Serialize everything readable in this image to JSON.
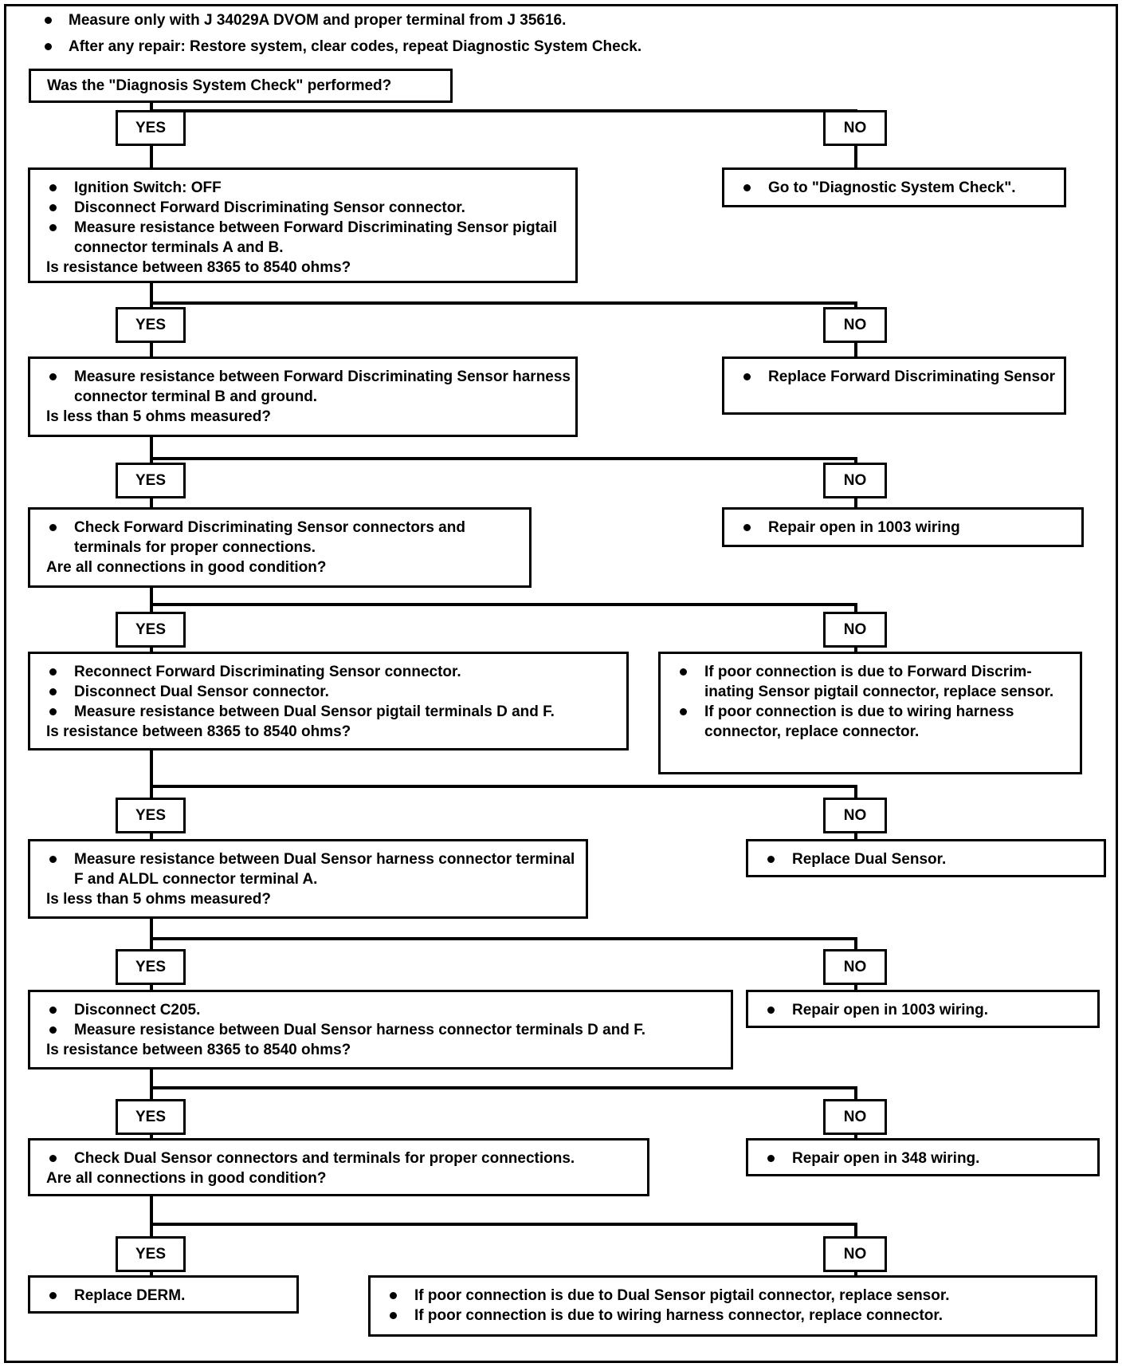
{
  "notes": [
    "Measure only with J 34029A DVOM and proper terminal from J 35616.",
    "After any repair: Restore system, clear codes, repeat Diagnostic System Check."
  ],
  "start_question": "Was the \"Diagnosis System Check\" performed?",
  "yes_label": "YES",
  "no_label": "NO",
  "steps": [
    {
      "yes": {
        "bullets": [
          "Ignition Switch: OFF",
          "Disconnect Forward Discriminating Sensor connector.",
          "Measure resistance between Forward Discriminating Sensor pigtail connector terminals A and B."
        ],
        "question": "Is resistance between 8365 to 8540 ohms?"
      },
      "no": {
        "bullets": [
          "Go to \"Diagnostic System Check\"."
        ]
      }
    },
    {
      "yes": {
        "bullets": [
          "Measure resistance between Forward Discriminating Sensor harness connector terminal B and ground."
        ],
        "question": "Is less than 5 ohms measured?"
      },
      "no": {
        "bullets": [
          "Replace Forward Discriminating Sensor"
        ]
      }
    },
    {
      "yes": {
        "bullets": [
          "Check Forward Discriminating Sensor connectors and terminals for proper connections."
        ],
        "question": "Are all connections in good condition?"
      },
      "no": {
        "bullets": [
          "Repair open in 1003 wiring"
        ]
      }
    },
    {
      "yes": {
        "bullets": [
          "Reconnect Forward Discriminating Sensor connector.",
          "Disconnect Dual Sensor connector.",
          "Measure resistance between Dual Sensor pigtail terminals D and F."
        ],
        "question": "Is resistance between 8365 to 8540 ohms?"
      },
      "no": {
        "bullets": [
          "If poor connection is due to Forward Discrim- inating Sensor pigtail connector, replace sensor.",
          "If poor connection is due to wiring harness connector, replace connector."
        ]
      }
    },
    {
      "yes": {
        "bullets": [
          "Measure resistance between Dual Sensor harness connector terminal F and ALDL connector terminal A."
        ],
        "question": "Is less than 5 ohms measured?"
      },
      "no": {
        "bullets": [
          "Replace Dual Sensor."
        ]
      }
    },
    {
      "yes": {
        "bullets": [
          "Disconnect C205.",
          "Measure resistance between Dual Sensor harness connector terminals D and F."
        ],
        "question": "Is resistance between 8365 to 8540 ohms?"
      },
      "no": {
        "bullets": [
          "Repair open in 1003 wiring."
        ]
      }
    },
    {
      "yes": {
        "bullets": [
          "Check Dual Sensor connectors and terminals for proper connections."
        ],
        "question": "Are all connections in good condition?"
      },
      "no": {
        "bullets": [
          "Repair open in 348 wiring."
        ]
      }
    },
    {
      "yes": {
        "bullets": [
          "Replace DERM."
        ]
      },
      "no": {
        "bullets": [
          "If poor connection is due to Dual Sensor pigtail connector, replace sensor.",
          "If poor connection is due to wiring harness connector, replace connector."
        ]
      }
    }
  ]
}
